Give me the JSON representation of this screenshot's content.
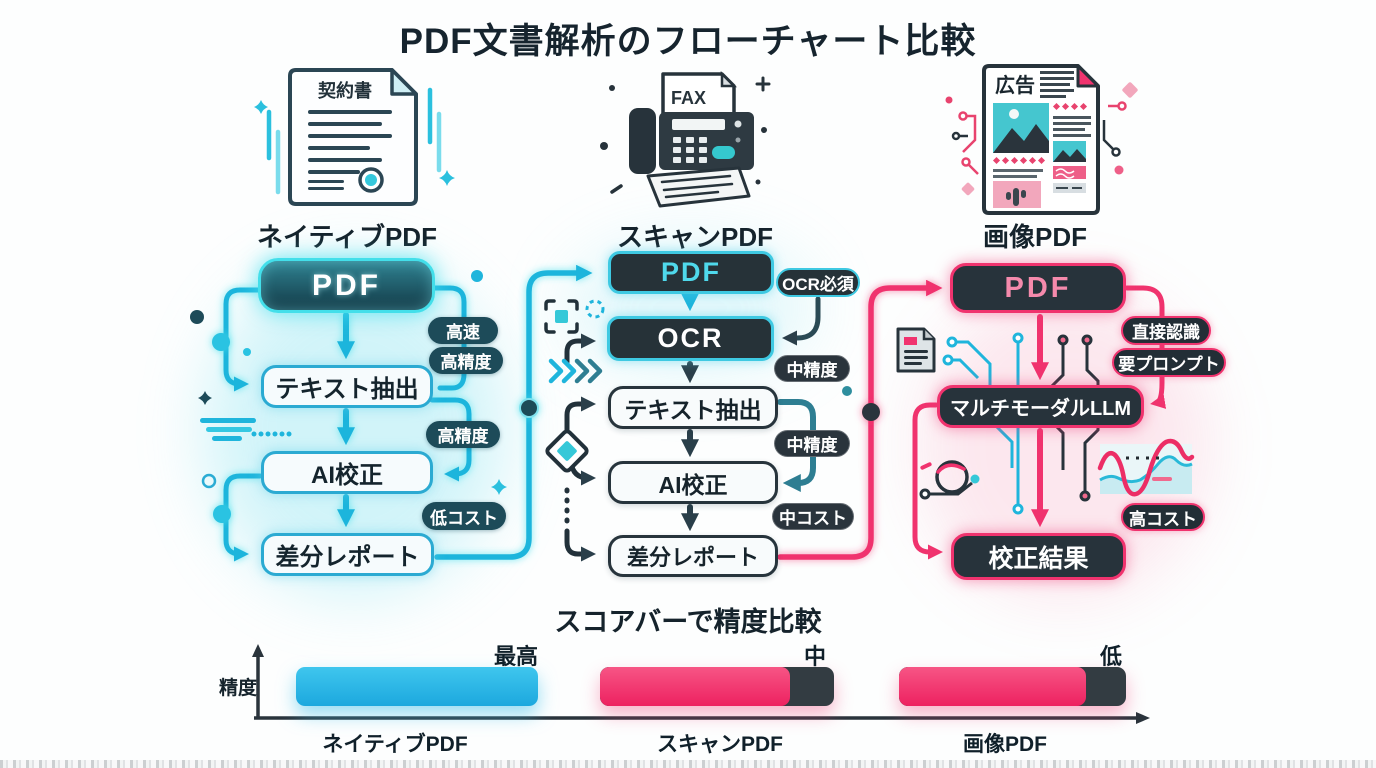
{
  "title": "PDF文書解析のフローチャート比較",
  "columns": [
    {
      "id": "native",
      "header": "ネイティブPDF",
      "icon": "contract-document-icon",
      "icon_label": "契約書",
      "accent": "#1FB5DC",
      "nodes": [
        "PDF",
        "テキスト抽出",
        "AI校正",
        "差分レポート"
      ],
      "badges": [
        "高速",
        "高精度",
        "高精度",
        "低コスト"
      ]
    },
    {
      "id": "scan",
      "header": "スキャンPDF",
      "icon": "fax-machine-icon",
      "icon_label": "FAX",
      "accent": "#1FB5DC",
      "nodes": [
        "PDF",
        "OCR",
        "テキスト抽出",
        "AI校正",
        "差分レポート"
      ],
      "badges": [
        "OCR必須",
        "中精度",
        "中精度",
        "中コスト"
      ]
    },
    {
      "id": "image",
      "header": "画像PDF",
      "icon": "ad-flyer-icon",
      "icon_label": "広告",
      "accent": "#F0336E",
      "nodes": [
        "PDF",
        "マルチモーダルLLM",
        "校正結果"
      ],
      "badges": [
        "直接認識",
        "要プロンプト",
        "高コスト"
      ]
    }
  ],
  "score_section": {
    "title": "スコアバーで精度比較",
    "ylabel": "精度"
  },
  "chart_data": {
    "type": "bar",
    "orientation": "horizontal",
    "title": "スコアバーで精度比較",
    "ylabel": "精度",
    "categories": [
      "ネイティブPDF",
      "スキャンPDF",
      "画像PDF"
    ],
    "values": [
      100,
      81,
      82
    ],
    "value_labels": [
      "最高",
      "中",
      "低"
    ],
    "bar_colors": [
      "#29B9E8",
      "#F0336E",
      "#F0336E"
    ],
    "track_color": "#333C42",
    "grid": false,
    "legend": false
  },
  "colors": {
    "cyan_accent": "#1FB5DC",
    "cyan_glow": "#43DFEA",
    "pink_accent": "#F0336E",
    "dark_navy": "#22313A",
    "badge_teal": "#1D4B59",
    "box_dark": "#263238"
  }
}
